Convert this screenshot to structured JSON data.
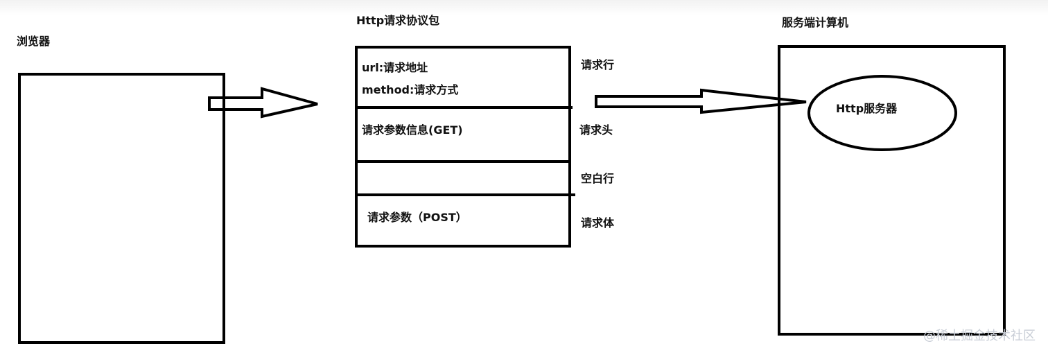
{
  "titles": {
    "browser": "浏览器",
    "packet": "Http请求协议包",
    "server_machine": "服务端计算机"
  },
  "packet": {
    "sections": [
      {
        "lines": [
          "url:请求地址",
          "method:请求方式"
        ],
        "label": "请求行"
      },
      {
        "lines": [
          "请求参数信息(GET)"
        ],
        "label": "请求头"
      },
      {
        "lines": [],
        "label": "空白行"
      },
      {
        "lines": [
          "请求参数（POST）"
        ],
        "label": "请求体"
      }
    ]
  },
  "server": {
    "ellipse_label": "Http服务器"
  },
  "watermark": "@稀土掘金技术社区",
  "colors": {
    "stroke": "#000000",
    "watermark": "#c8cdd6"
  }
}
